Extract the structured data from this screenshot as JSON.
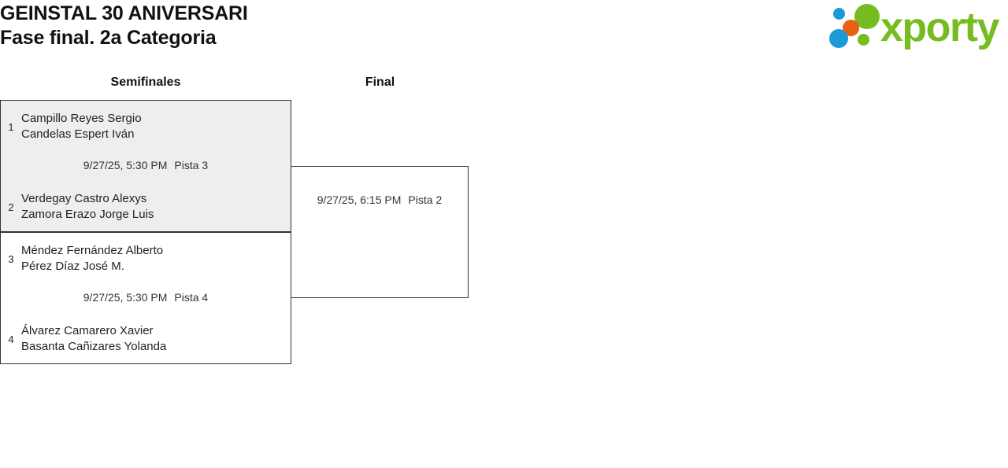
{
  "header": {
    "title_line_1": "GEINSTAL 30 ANIVERSARI",
    "title_line_2": "Fase final. 2a Categoria"
  },
  "logo": {
    "wordmark": "xporty",
    "green": "#76bc21",
    "blue": "#1b9ad6",
    "orange": "#e8610f"
  },
  "bracket": {
    "rounds": [
      {
        "label": "Semifinales"
      },
      {
        "label": "Final"
      }
    ],
    "matches": {
      "semifinal_1": {
        "team_top": {
          "seed": "1",
          "player_1": "Campillo Reyes Sergio",
          "player_2": "Candelas Espert Iván"
        },
        "team_bottom": {
          "seed": "2",
          "player_1": "Verdegay Castro Alexys",
          "player_2": "Zamora Erazo Jorge Luis"
        },
        "datetime": "9/27/25, 5:30 PM",
        "court": "Pista 3"
      },
      "semifinal_2": {
        "team_top": {
          "seed": "3",
          "player_1": "Méndez Fernández Alberto",
          "player_2": "Pérez Díaz José M."
        },
        "team_bottom": {
          "seed": "4",
          "player_1": "Álvarez Camarero Xavier",
          "player_2": "Basanta Cañizares Yolanda"
        },
        "datetime": "9/27/25, 5:30 PM",
        "court": "Pista 4"
      },
      "final": {
        "datetime": "9/27/25, 6:15 PM",
        "court": "Pista 2"
      }
    }
  }
}
